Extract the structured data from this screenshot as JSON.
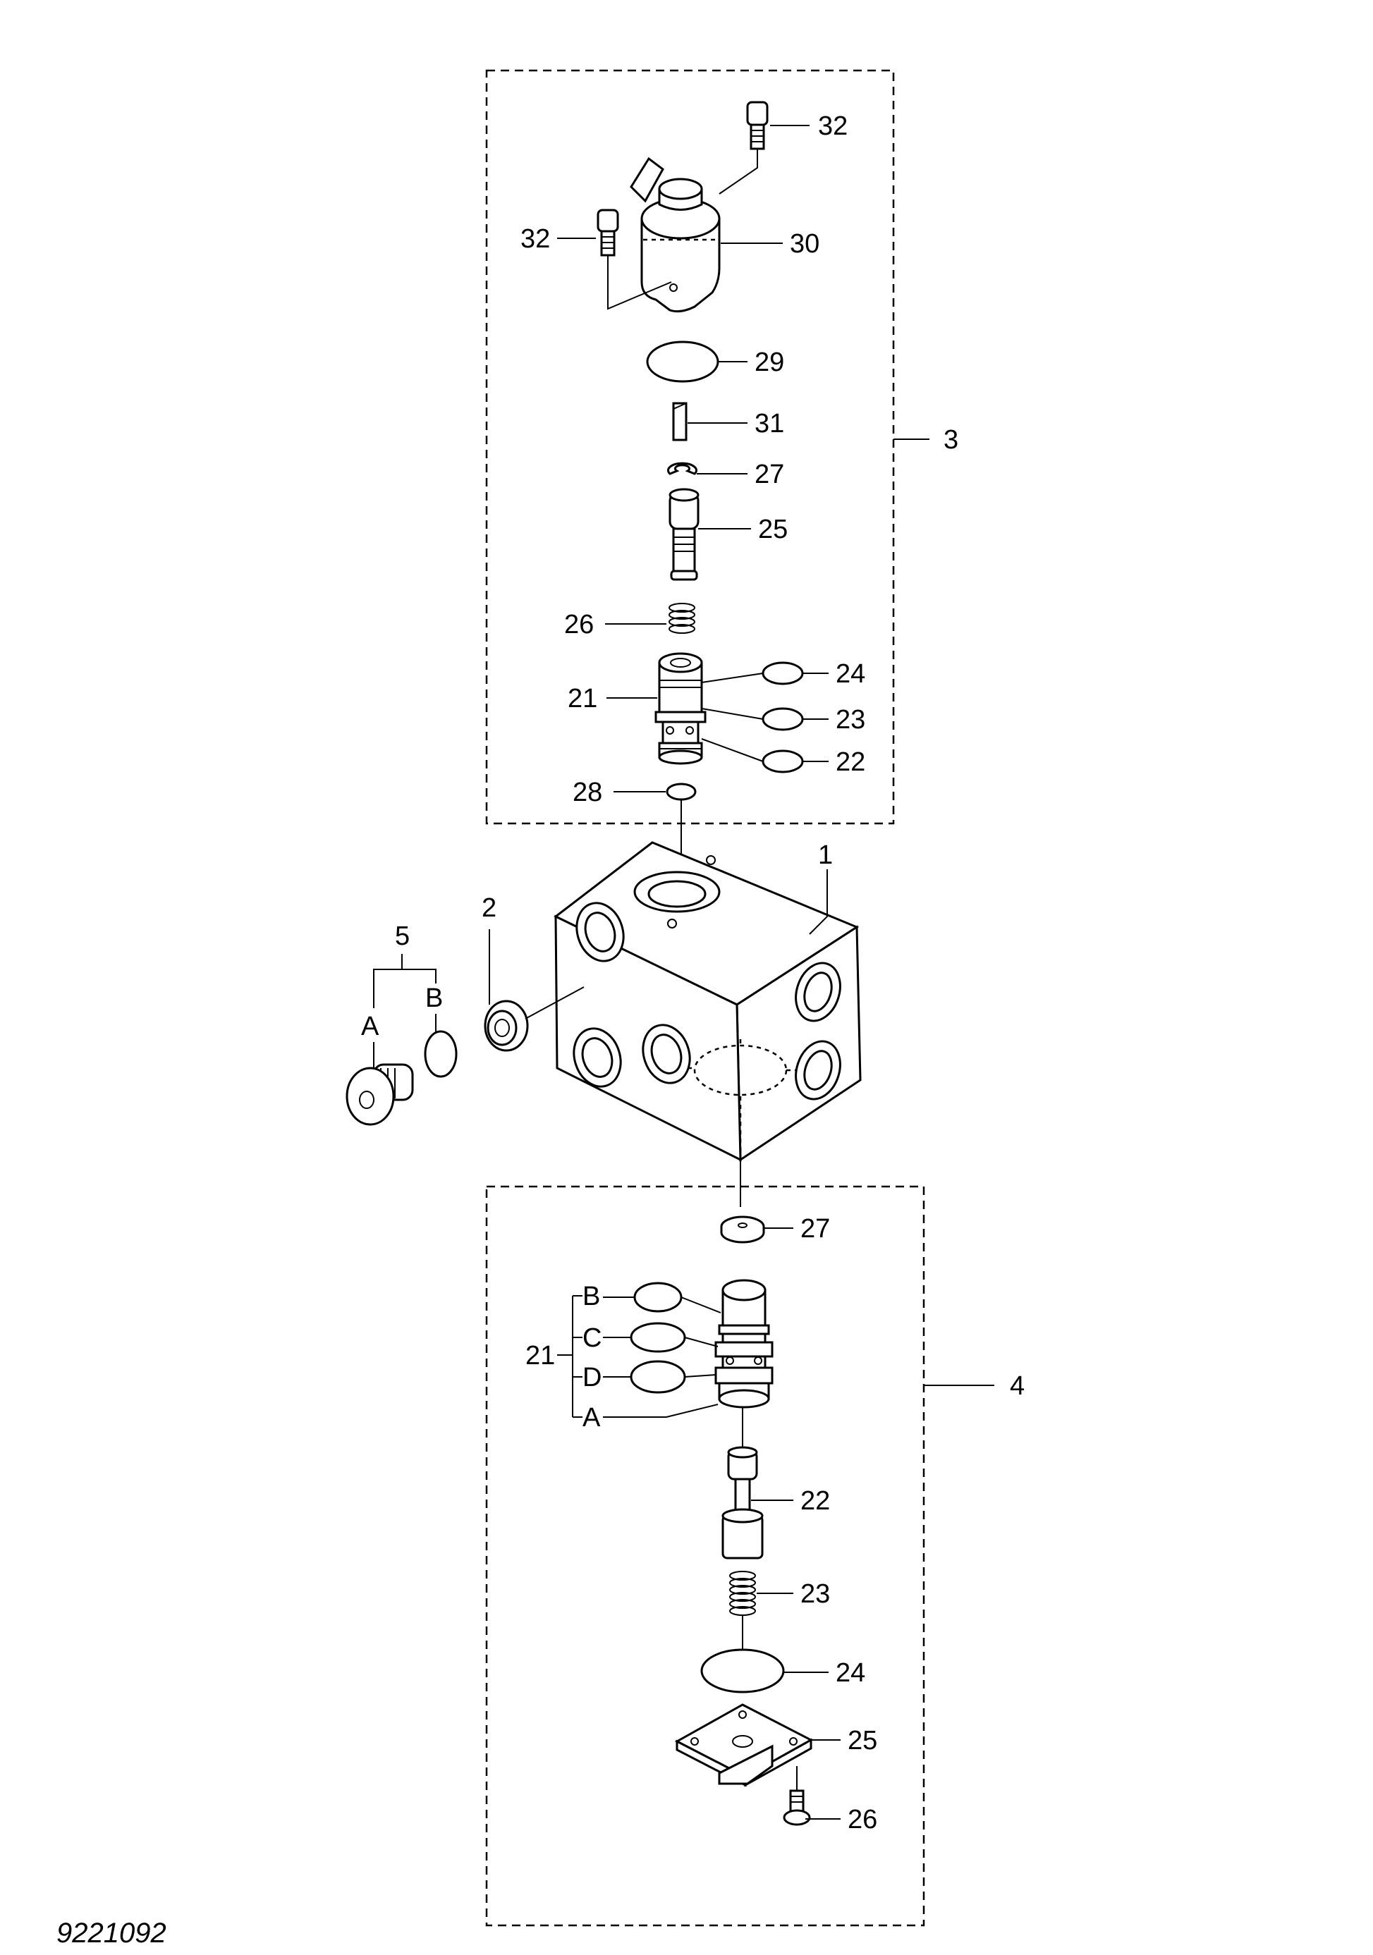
{
  "figure_id": "9221092",
  "callouts": {
    "c3_32_top": "32",
    "c3_32_left": "32",
    "c3_30": "30",
    "c3_29": "29",
    "c3_31": "31",
    "c3_27": "27",
    "c3_25": "25",
    "c3_26": "26",
    "c3_21": "21",
    "c3_24": "24",
    "c3_23": "23",
    "c3_22": "22",
    "c3_28": "28",
    "assembly_3": "3",
    "body_1": "1",
    "plug_2": "2",
    "group_5": "5",
    "sub_5A": "A",
    "sub_5B": "B",
    "c4_27": "27",
    "c4_21": "21",
    "sub_21B": "B",
    "sub_21C": "C",
    "sub_21D": "D",
    "sub_21A": "A",
    "assembly_4": "4",
    "c4_22": "22",
    "c4_23": "23",
    "c4_24": "24",
    "c4_25": "25",
    "c4_26": "26"
  }
}
